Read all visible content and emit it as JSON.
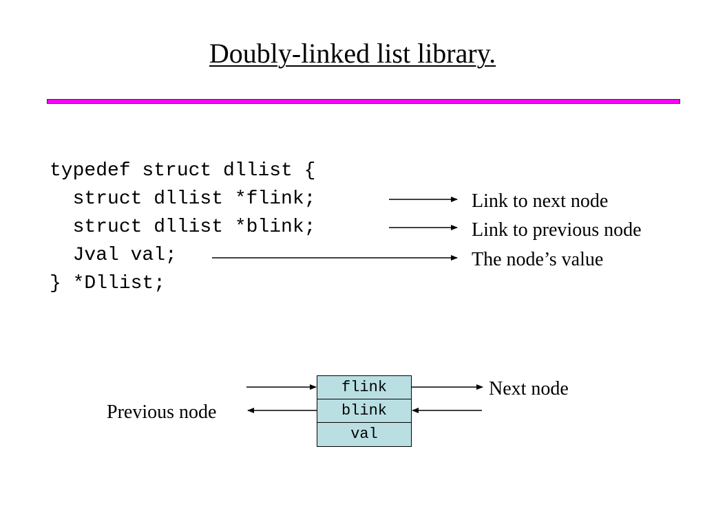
{
  "title": "Doubly-linked list library.",
  "colors": {
    "bar": "#ff00ff",
    "cell": "#b9dfe3",
    "text": "#000000"
  },
  "code": {
    "lines": [
      "typedef struct dllist {",
      "  struct dllist *flink;",
      "  struct dllist *blink;",
      "  Jval val;",
      "} *Dllist;"
    ]
  },
  "annotations": {
    "flink": "Link to next node",
    "blink": "Link to previous node",
    "val": "The node’s value"
  },
  "diagram": {
    "cells": [
      "flink",
      "blink",
      "val"
    ],
    "next_label": "Next node",
    "prev_label": "Previous node"
  }
}
